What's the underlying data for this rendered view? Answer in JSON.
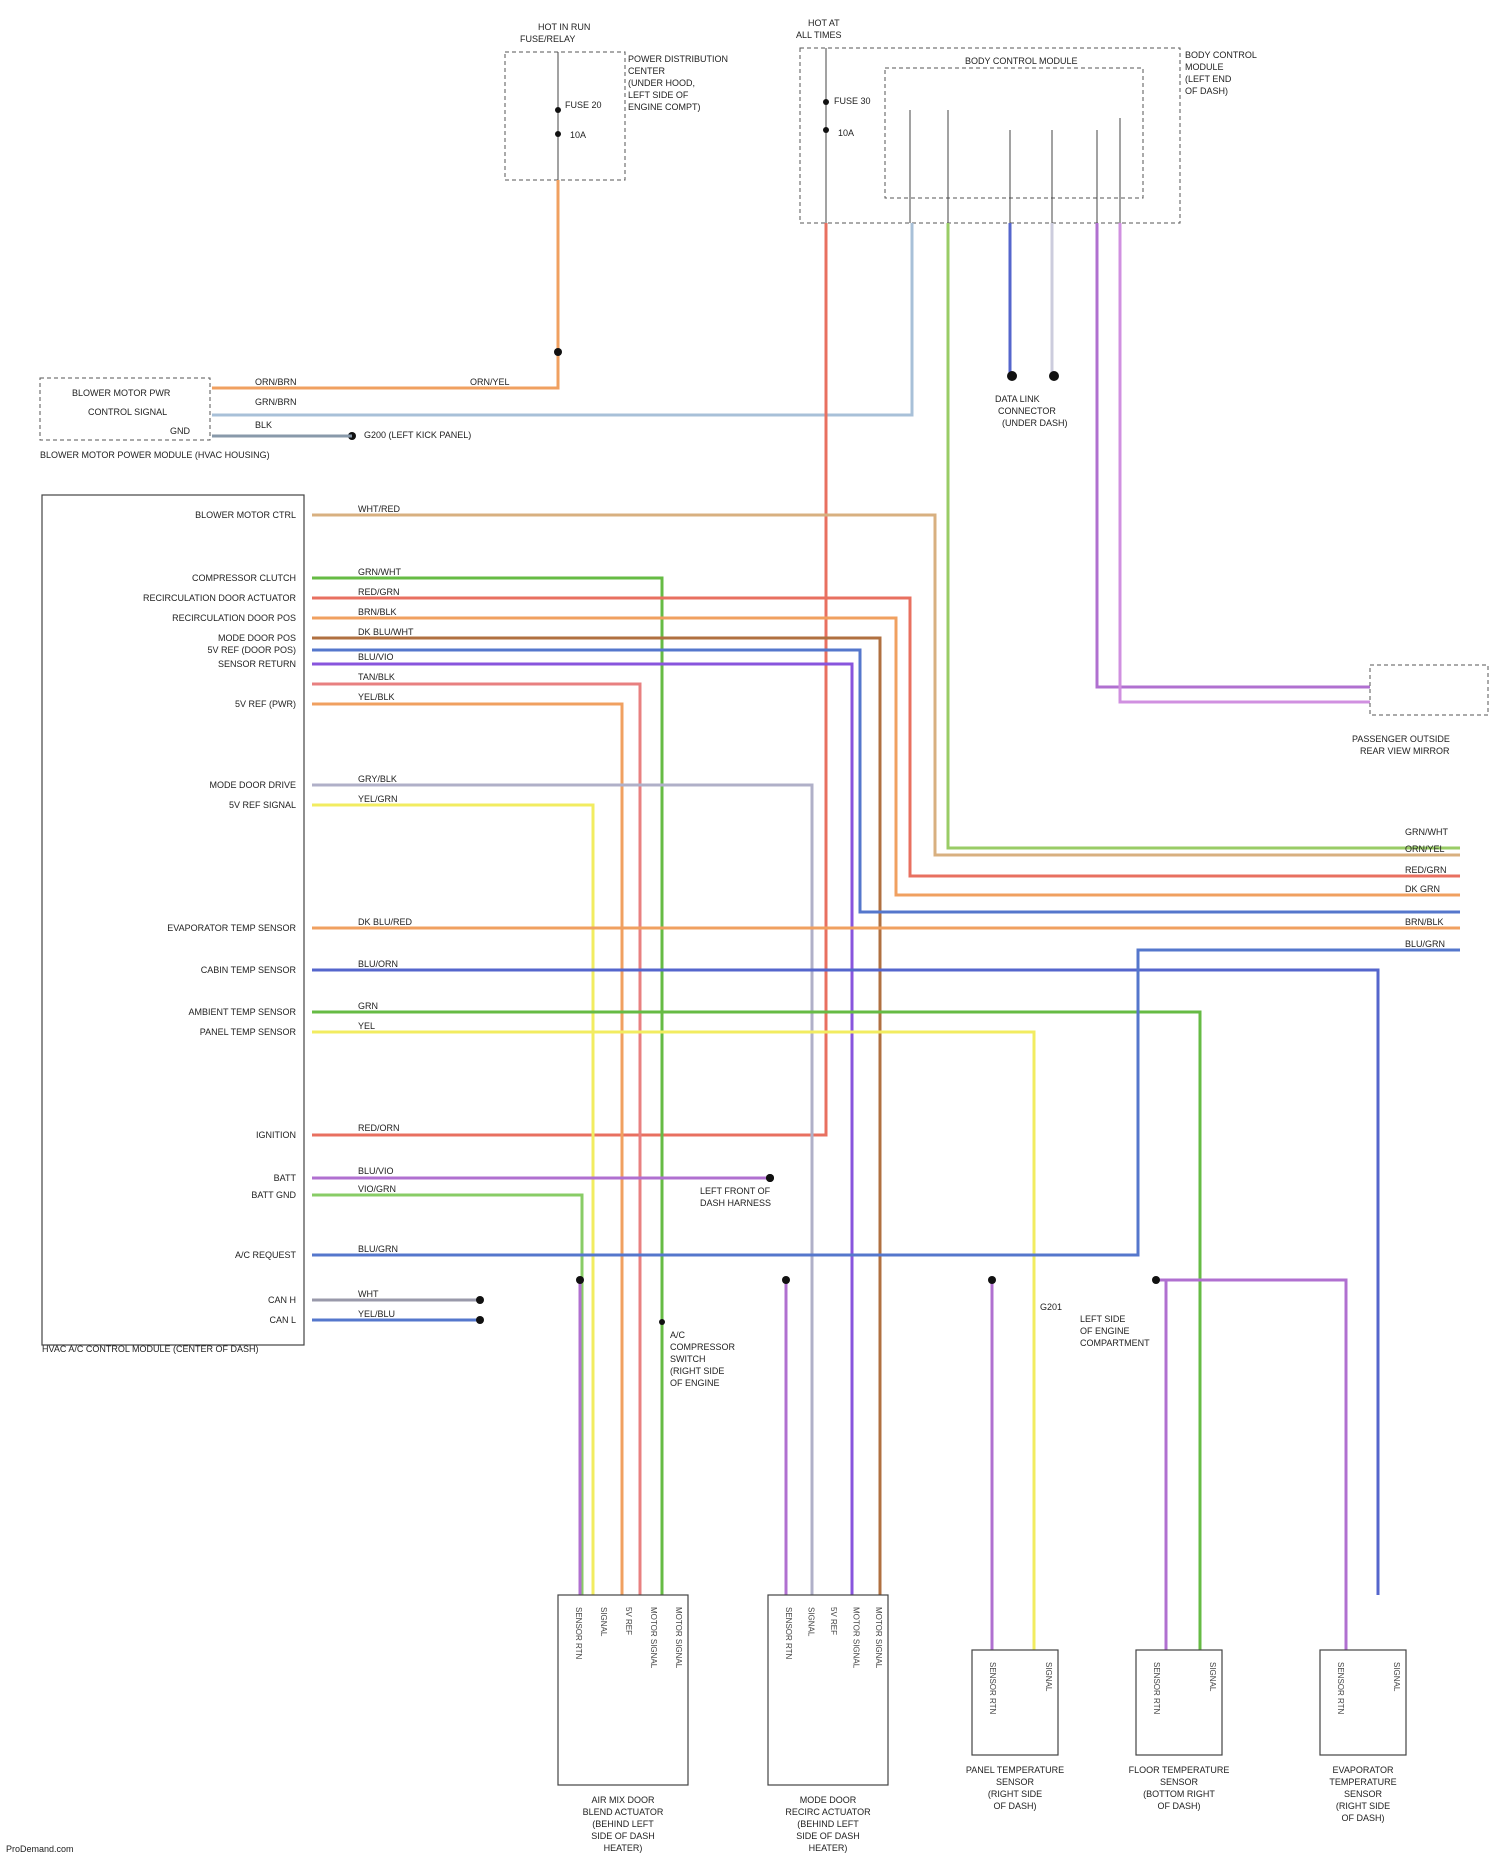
{
  "components": {
    "hot_run_fuse": {
      "title": "HOT IN RUN",
      "sub": "FUSE/RELAY",
      "note": [
        "POWER DISTRIBUTION",
        "CENTER",
        "(UNDER HOOD,",
        "LEFT SIDE OF",
        "ENGINE COMPT)"
      ],
      "fuse": "FUSE 20",
      "amp": "10A"
    },
    "hot_all_times": {
      "title": "HOT AT",
      "sub": "ALL TIMES",
      "fuse": "FUSE 30",
      "amp": "10A",
      "module": "BODY CONTROL MODULE",
      "location": [
        "BODY CONTROL",
        "MODULE",
        "(LEFT END",
        "OF DASH)"
      ]
    },
    "blower_module": {
      "lines": [
        "BLOWER MOTOR PWR",
        "CONTROL SIGNAL",
        "GND"
      ],
      "name": "BLOWER MOTOR POWER MODULE (HVAC HOUSING)"
    },
    "ground_note": "G200 (LEFT KICK PANEL)",
    "hvac_module": {
      "name": "HVAC A/C CONTROL MODULE (CENTER OF DASH)",
      "pins": [
        "BLOWER MOTOR CTRL",
        "COMPRESSOR CLUTCH",
        "RECIRCULATION DOOR ACTUATOR",
        "RECIRCULATION DOOR POS",
        "MODE DOOR POS",
        "5V REF (DOOR POS)",
        "SENSOR RETURN",
        "5V REF (PWR)",
        "MODE DOOR DRIVE",
        "5V REF SIGNAL",
        "EVAPORATOR TEMP SENSOR",
        "CABIN TEMP SENSOR",
        "AMBIENT TEMP SENSOR",
        "PANEL TEMP SENSOR",
        "IGNITION",
        "BATT",
        "BATT GND",
        "A/C REQUEST",
        "CAN H",
        "CAN L"
      ]
    },
    "wire_codes": {
      "w1": "ORN/YEL",
      "w2": "ORN/BRN",
      "w3": "GRN/BRN",
      "w4": "BLK",
      "w5": "WHT/RED",
      "w6": "GRN/WHT",
      "w7": "RED/GRN",
      "w8": "BRN/BLK",
      "w9": "DK BLU/WHT",
      "w10": "BLU/VIO",
      "w11": "TAN/BLK",
      "w12": "YEL/BLK",
      "w13": "GRY/BLK",
      "w14": "YEL/GRN",
      "w15": "DK BLU/RED",
      "w16": "BLU/ORN",
      "w17": "GRN",
      "w18": "YEL",
      "w19": "RED/ORN",
      "w20": "BLU/VIO",
      "w21": "VIO/GRN",
      "w22": "BLU/GRN",
      "w23": "WHT",
      "w24": "YEL/BLU"
    },
    "data_link": [
      "DATA LINK",
      "CONNECTOR",
      "(UNDER DASH)"
    ],
    "right_harness_codes": [
      "GRN/WHT",
      "ORN/YEL",
      "RED/GRN",
      "DK GRN",
      "BRN/BLK",
      "BLU/GRN"
    ],
    "mirror_note": [
      "PASSENGER OUTSIDE",
      "REAR VIEW MIRROR"
    ],
    "splice_note": [
      "LEFT FRONT OF",
      "DASH HARNESS"
    ],
    "gnd_note": [
      "G201",
      "LEFT SIDE",
      "OF ENGINE",
      "COMPARTMENT"
    ],
    "a_c_splice": [
      "A/C",
      "COMPRESSOR",
      "SWITCH",
      "(RIGHT SIDE",
      "OF ENGINE"
    ],
    "bottom_components": [
      {
        "name": [
          "AIR MIX DOOR",
          "BLEND ACTUATOR",
          "(BEHIND LEFT",
          "SIDE OF DASH",
          "HEATER)"
        ],
        "pins": [
          "SENSOR RTN",
          "SIGNAL",
          "5V REF",
          "MOTOR SIGNAL",
          "MOTOR SIGNAL"
        ]
      },
      {
        "name": [
          "MODE DOOR",
          "RECIRC ACTUATOR",
          "(BEHIND LEFT",
          "SIDE OF DASH",
          "HEATER)"
        ],
        "pins": [
          "SENSOR RTN",
          "SIGNAL",
          "5V REF",
          "MOTOR SIGNAL",
          "MOTOR SIGNAL"
        ]
      },
      {
        "name": [
          "PANEL TEMPERATURE",
          "SENSOR",
          "(RIGHT SIDE",
          "OF DASH)"
        ],
        "pins": [
          "SENSOR RTN",
          "SIGNAL"
        ]
      },
      {
        "name": [
          "FLOOR TEMPERATURE",
          "SENSOR",
          "(BOTTOM RIGHT",
          "OF DASH)"
        ],
        "pins": [
          "SENSOR RTN",
          "SIGNAL"
        ]
      },
      {
        "name": [
          "EVAPORATOR",
          "TEMPERATURE",
          "SENSOR",
          "(RIGHT SIDE",
          "OF DASH)"
        ],
        "pins": [
          "SENSOR RTN",
          "SIGNAL"
        ]
      }
    ],
    "footer": "ProDemand.com"
  },
  "colors": {
    "orange": "#f0a060",
    "red": "#e87060",
    "green": "#66bb44",
    "lightgreen": "#99cc66",
    "violet": "#b070d0",
    "purple": "#8855dd",
    "blue": "#5577cc",
    "yellow": "#f2ec60",
    "tan": "#d8b080",
    "gray": "#9999aa",
    "brown": "#b07040"
  }
}
